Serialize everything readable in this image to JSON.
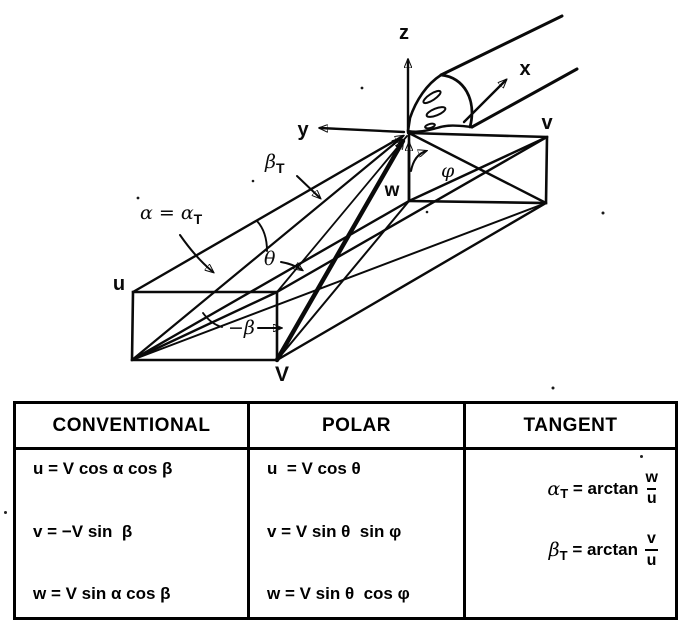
{
  "diagram": {
    "axes": {
      "x": "x",
      "y": "y",
      "z": "z"
    },
    "vectors": {
      "u": "u",
      "v": "v",
      "w": "w",
      "V": "V"
    },
    "angles": {
      "alpha_eq": "α = α",
      "alpha_sub": "T",
      "beta_t_base": "β",
      "beta_t_sub": "T",
      "theta": "θ",
      "phi": "φ",
      "neg_beta": "−β"
    }
  },
  "table": {
    "headers": [
      "CONVENTIONAL",
      "POLAR",
      "TANGENT"
    ],
    "conventional": [
      "u = V cos α cos β",
      "v = −V sin  β",
      "w = V sin α cos β"
    ],
    "polar": [
      "u  = V cos θ",
      "v = V sin θ  sin φ",
      "w = V sin θ  cos φ"
    ],
    "tangent": [
      {
        "lhs": "α",
        "sub": "T",
        "op": " = arctan",
        "num": "w",
        "den": "u"
      },
      {
        "lhs": "β",
        "sub": "T",
        "op": " = arctan",
        "num": "v",
        "den": "u"
      }
    ]
  }
}
